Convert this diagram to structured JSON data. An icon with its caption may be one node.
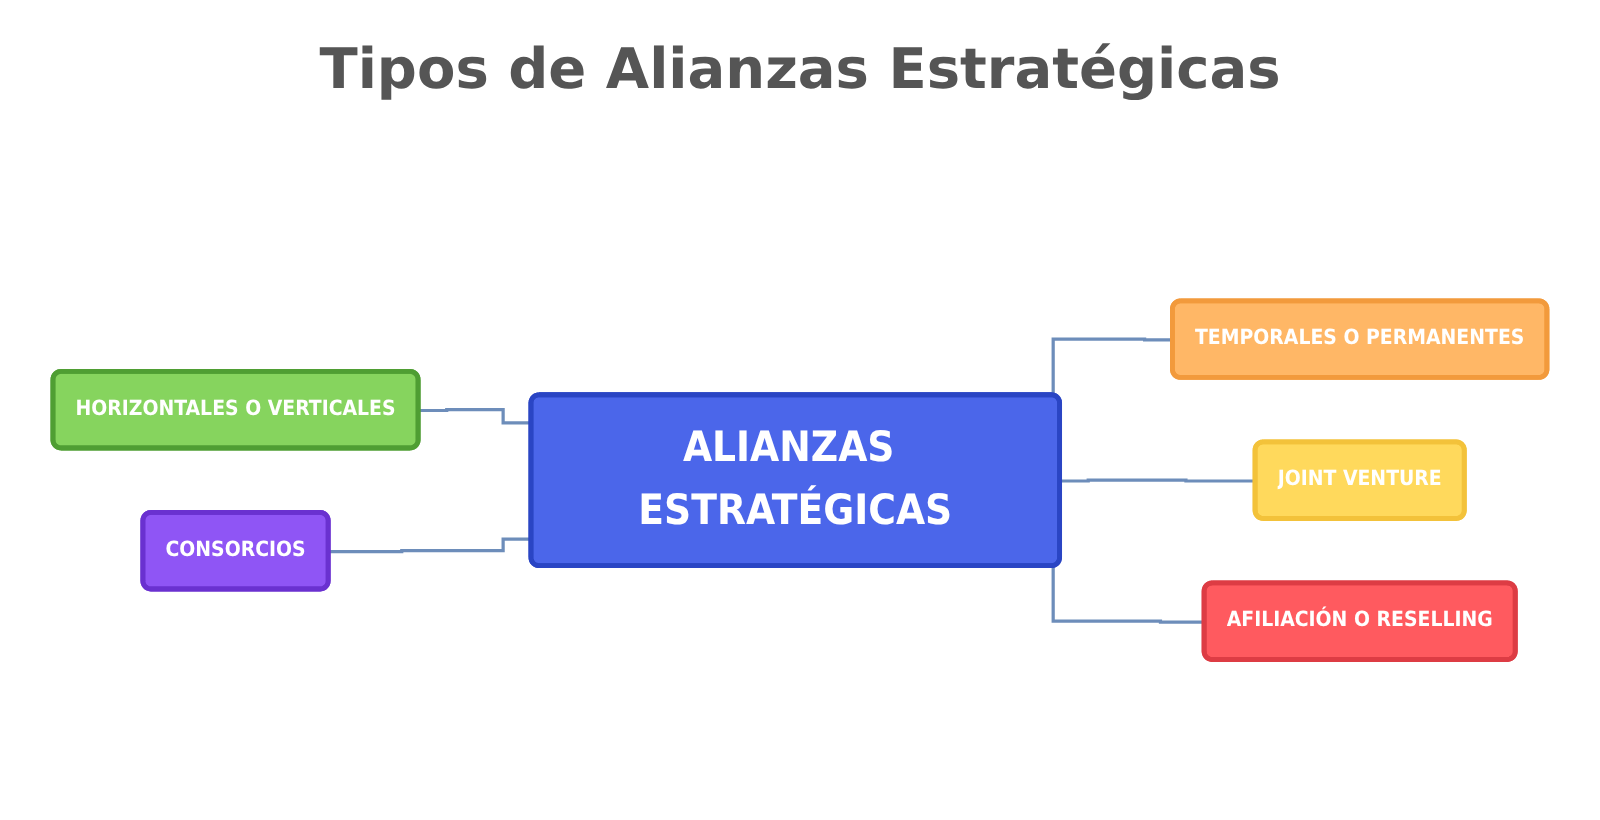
{
  "diagram": {
    "title": "Tipos de Alianzas Estratégicas",
    "nodes": [
      {
        "text": [
          "ALIANZAS ESTRATÉGICAS"
        ]
      },
      {
        "text": [
          "HORIZONTALES O VERTICALES"
        ]
      },
      {
        "text": [
          "CONSORCIOS"
        ]
      },
      {
        "text": [
          "TEMPORALES O PERMANENTES"
        ]
      },
      {
        "text": [
          "JOINT VENTURE"
        ]
      },
      {
        "text": [
          "AFILIACIÓN O RESELLING"
        ]
      }
    ],
    "edges": [
      {
        "from": 1,
        "to": 0,
        "arrow": "none"
      },
      {
        "from": 2,
        "to": 0,
        "arrow": "none"
      },
      {
        "from": 0,
        "to": 3,
        "arrow": "none"
      },
      {
        "from": 0,
        "to": 4,
        "arrow": "none"
      },
      {
        "from": 0,
        "to": 5,
        "arrow": "none"
      }
    ]
  }
}
